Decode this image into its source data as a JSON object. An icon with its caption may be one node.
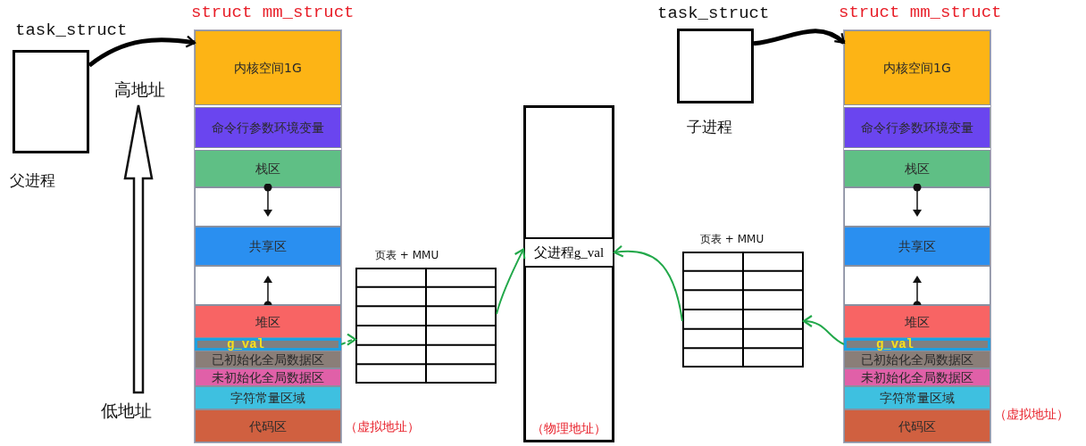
{
  "diagram": {
    "nodes": [
      {
        "text": [
          "task_struct"
        ],
        "beside": [
          "父进程"
        ]
      },
      {
        "text": [
          "struct mm_struct"
        ],
        "beside": [
          "（虚拟地址）"
        ]
      },
      {
        "text": [
          "内核空间1G"
        ],
        "in": 1
      },
      {
        "text": [
          "命令行参数环境变量"
        ],
        "in": 1
      },
      {
        "text": [
          "栈区"
        ],
        "in": 1
      },
      {
        "text": [],
        "shape": "box",
        "in": 1
      },
      {
        "text": [
          "共享区"
        ],
        "in": 1
      },
      {
        "text": [],
        "shape": "box",
        "in": 1
      },
      {
        "text": [
          "堆区"
        ],
        "in": 1
      },
      {
        "text": [
          "g_val"
        ],
        "in": 1
      },
      {
        "text": [
          "已初始化全局数据区"
        ],
        "in": 1
      },
      {
        "text": [
          "未初始化全局数据区"
        ],
        "in": 1
      },
      {
        "text": [
          "字符常量区域"
        ],
        "in": 1
      },
      {
        "text": [
          "代码区"
        ],
        "in": 1
      },
      {
        "text": [
          "页表 + MMU"
        ]
      },
      {
        "text": [
          "（物理地址）"
        ]
      },
      {
        "text": [
          "父进程g_val"
        ],
        "in": 15
      },
      {
        "text": [
          "task_struct"
        ],
        "beside": [
          "子进程"
        ]
      },
      {
        "text": [
          "struct mm_struct"
        ],
        "beside": [
          "（虚拟地址）"
        ]
      },
      {
        "text": [
          "内核空间1G"
        ],
        "in": 18
      },
      {
        "text": [
          "命令行参数环境变量"
        ],
        "in": 18
      },
      {
        "text": [
          "栈区"
        ],
        "in": 18
      },
      {
        "text": [],
        "shape": "box",
        "in": 18
      },
      {
        "text": [
          "共享区"
        ],
        "in": 18
      },
      {
        "text": [],
        "shape": "box",
        "in": 18
      },
      {
        "text": [
          "堆区"
        ],
        "in": 18
      },
      {
        "text": [
          "g_val"
        ],
        "in": 18
      },
      {
        "text": [
          "已初始化全局数据区"
        ],
        "in": 18
      },
      {
        "text": [
          "未初始化全局数据区"
        ],
        "in": 18
      },
      {
        "text": [
          "字符常量区域"
        ],
        "in": 18
      },
      {
        "text": [
          "代码区"
        ],
        "in": 18
      },
      {
        "text": [
          "页表 + MMU"
        ]
      }
    ],
    "edges": [
      {
        "from": 0,
        "to": 1,
        "arrow": "to",
        "style": "thick",
        "color": "#000000"
      },
      {
        "from": 9,
        "to": 14,
        "arrow": "to",
        "style": "dashed"
      },
      {
        "from": 14,
        "to": 16,
        "arrow": "to"
      },
      {
        "from": 17,
        "to": 18,
        "arrow": "to",
        "style": "thick",
        "color": "#000000"
      },
      {
        "from": 26,
        "to": 31,
        "arrow": "to"
      },
      {
        "from": 31,
        "to": 16,
        "arrow": "to"
      }
    ],
    "labels": [
      "高地址",
      "低地址"
    ]
  }
}
